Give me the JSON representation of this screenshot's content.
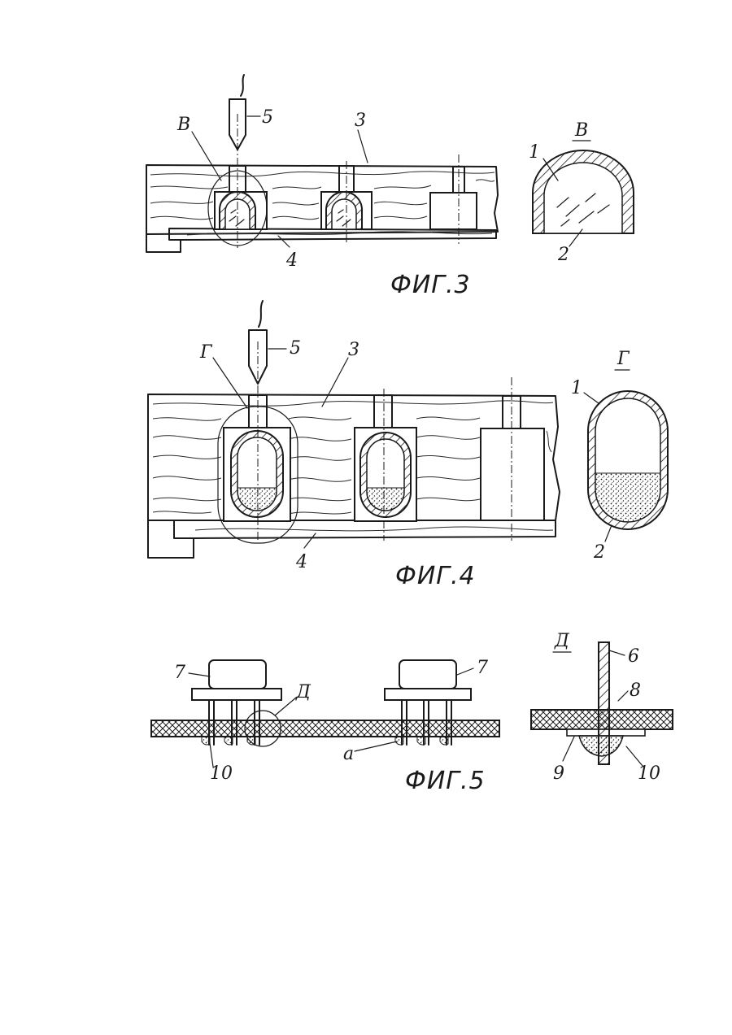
{
  "fig3": {
    "caption": "ФИГ.3",
    "labels": {
      "l5": "5",
      "lB": "В",
      "l3": "3",
      "l4": "4"
    },
    "detail": {
      "title": "В",
      "l1": "1",
      "l2": "2"
    }
  },
  "fig4": {
    "caption": "ФИГ.4",
    "labels": {
      "l5": "5",
      "lG": "Г",
      "l3": "3",
      "l4": "4"
    },
    "detail": {
      "title": "Г",
      "l1": "1",
      "l2": "2"
    }
  },
  "fig5": {
    "caption": "ФИГ.5",
    "labels": {
      "l7a": "7",
      "l7b": "7",
      "lD": "Д",
      "l10": "10",
      "la": "а"
    },
    "detail": {
      "title": "Д",
      "l6": "6",
      "l8": "8",
      "l9": "9",
      "l10": "10"
    }
  }
}
